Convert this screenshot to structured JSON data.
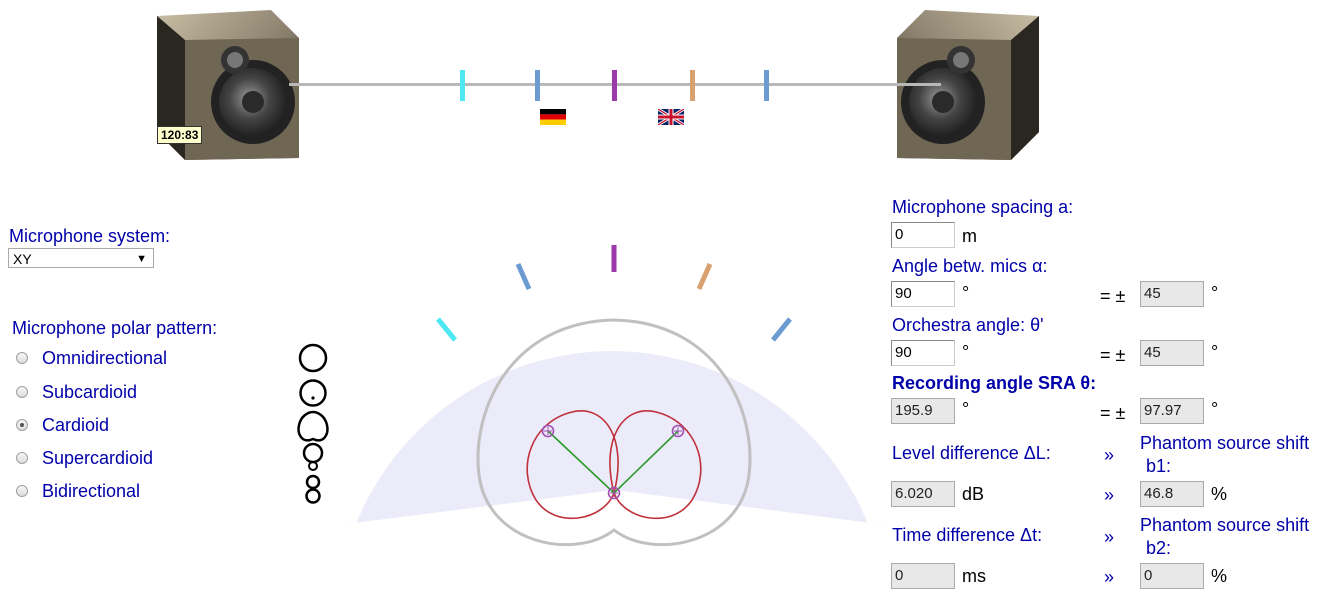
{
  "speakers": {
    "time_badge": "120:83"
  },
  "stage": {
    "markers": [
      {
        "color": "#4de8f2",
        "name": "marker-cyan"
      },
      {
        "color": "#6b9bd1",
        "name": "marker-blue-left"
      },
      {
        "color": "#9b3aa8",
        "name": "marker-center"
      },
      {
        "color": "#d9a070",
        "name": "marker-orange"
      },
      {
        "color": "#6b9bd1",
        "name": "marker-blue-right"
      }
    ],
    "flags": [
      "flag-de-icon",
      "flag-uk-icon"
    ]
  },
  "mic_system": {
    "label": "Microphone system:",
    "selected": "XY",
    "caret": "▼"
  },
  "polar_pattern": {
    "label": "Microphone polar pattern:",
    "options": [
      {
        "label": "Omnidirectional",
        "checked": false
      },
      {
        "label": "Subcardioid",
        "checked": false
      },
      {
        "label": "Cardioid",
        "checked": true
      },
      {
        "label": "Supercardioid",
        "checked": false
      },
      {
        "label": "Bidirectional",
        "checked": false
      }
    ],
    "pattern_icons": [
      "omni-pattern-icon",
      "subcardioid-pattern-icon",
      "cardioid-pattern-icon",
      "supercardioid-pattern-icon",
      "figure-eight-pattern-icon"
    ]
  },
  "diagram": {
    "fan_color": "#ebebfa",
    "pattern_color": "#c0c0c0",
    "lobe_color": "#c0303a",
    "axis_color": "#2a9a2a",
    "point_color": "#a050b0"
  },
  "right_panel": {
    "spacing_label": "Microphone spacing a:",
    "spacing_value": "0",
    "spacing_unit": "m",
    "angle_label": "Angle betw. mics α:",
    "angle_value": "90",
    "angle_unit": "°",
    "angle_half": "45",
    "angle_half_unit": "°",
    "orchestra_label": "Orchestra angle: θ'",
    "orchestra_value": "90",
    "orchestra_unit": "°",
    "orchestra_half": "45",
    "orchestra_half_unit": "°",
    "sra_label": "Recording angle SRA θ:",
    "sra_value": "195.9",
    "sra_unit": "°",
    "sra_half": "97.97",
    "sra_half_unit": "°",
    "eq_pm": "= ±",
    "level_label": "Level difference ΔL:",
    "level_value": "6.020",
    "level_unit": "dB",
    "phantom1_label_a": "Phantom source shift",
    "phantom1_label_b": "b1:",
    "phantom1_value": "46.8",
    "phantom1_unit": "%",
    "time_label": "Time difference Δt:",
    "time_value": "0",
    "time_unit": "ms",
    "phantom2_label_a": "Phantom source shift",
    "phantom2_label_b": "b2:",
    "phantom2_value": "0",
    "phantom2_unit": "%",
    "arrow": "»"
  }
}
